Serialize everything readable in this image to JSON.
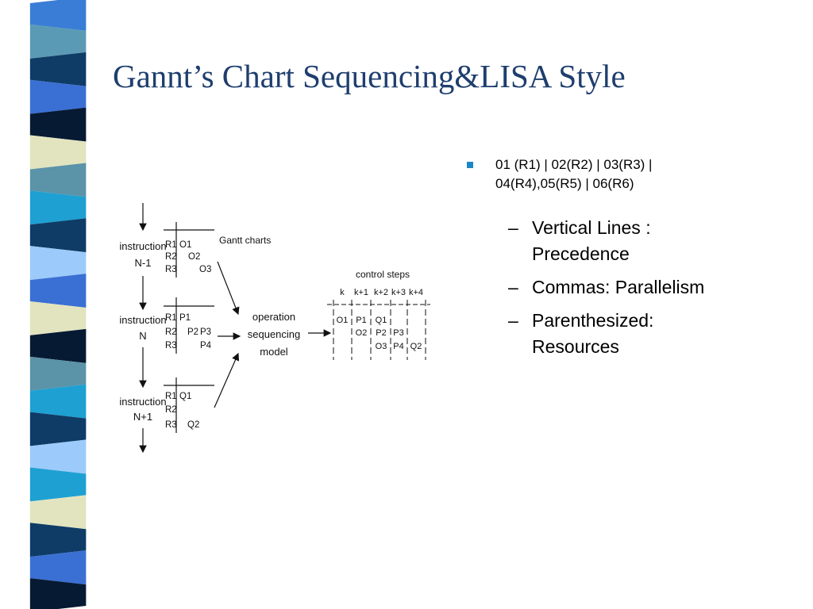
{
  "slide": {
    "title": "Gannt’s Chart Sequencing&LISA Style",
    "bullet": "01 (R1) | 02(R2) | 03(R3) | 04(R4),05(R5) | 06(R6)",
    "sub_items": [
      {
        "dash": "–",
        "text": "Vertical Lines : Precedence"
      },
      {
        "dash": "–",
        "text": "Commas: Parallelism"
      },
      {
        "dash": "–",
        "text": "Parenthesized: Resources"
      }
    ]
  },
  "decor": {
    "stripe_colors": [
      "#3a7dd6",
      "#5b9ab5",
      "#0e3c66",
      "#3a6fd4",
      "#071a33",
      "#e2e4bf",
      "#5b93a8",
      "#1ea0d2",
      "#0e3c66",
      "#9ccafa",
      "#3a6fd4",
      "#e2e4bf",
      "#071a33",
      "#5b93a8",
      "#1ea0d2",
      "#0e3c66",
      "#9ccafa",
      "#1ea0d2",
      "#e2e4bf",
      "#0e3c66",
      "#3a6fd4",
      "#071a33"
    ]
  },
  "diagram": {
    "instructions": [
      {
        "name": "instruction",
        "id": "N-1"
      },
      {
        "name": "instruction",
        "id": "N"
      },
      {
        "name": "instruction",
        "id": "N+1"
      }
    ],
    "resources": [
      "R1",
      "R2",
      "R3"
    ],
    "ops_n_minus_1": [
      "O1",
      "O2",
      "O3"
    ],
    "ops_n": [
      "P1",
      "P2",
      "P3",
      "P4"
    ],
    "ops_n_plus_1": [
      "Q1",
      "Q2"
    ],
    "gantt_label": "Gantt charts",
    "model_label": [
      "operation",
      "sequencing",
      "model"
    ],
    "control_steps_label": "control steps",
    "steps": [
      "k",
      "k+1",
      "k+2",
      "k+3",
      "k+4"
    ],
    "schedule_cells": [
      "O1",
      "P1",
      "Q1",
      "O2",
      "P2",
      "P3",
      "O3",
      "P4",
      "Q2"
    ]
  }
}
